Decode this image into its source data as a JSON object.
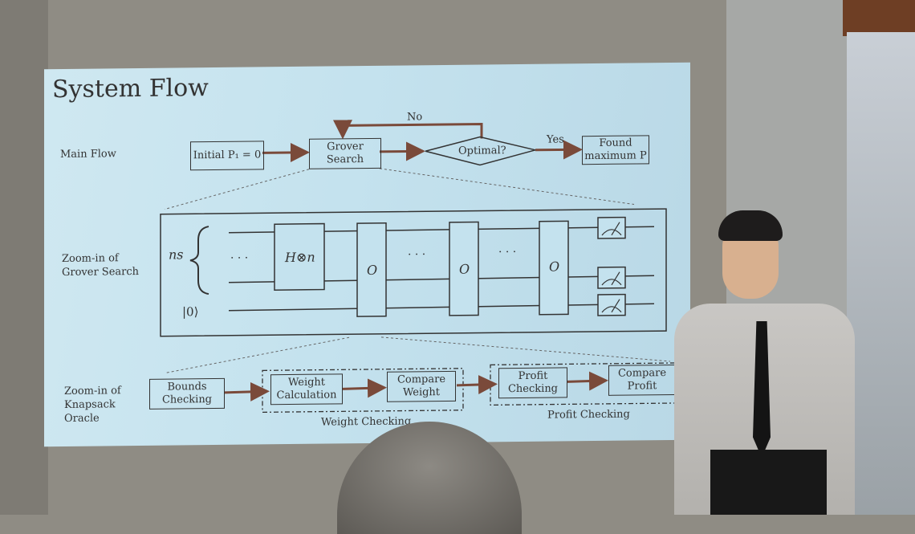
{
  "slide": {
    "title": "System Flow",
    "main_flow": {
      "row_label": "Main Flow",
      "initial_box": "Initial P₁ = 0",
      "grover_box": [
        "Grover",
        "Search"
      ],
      "decision": "Optimal?",
      "no_label": "No",
      "yes_label": "Yes",
      "found_box": [
        "Found",
        "maximum P"
      ]
    },
    "grover_zoom": {
      "row_label": [
        "Zoom-in of",
        "Grover Search"
      ],
      "ns_label": "ns",
      "ket_label": "|0⟩",
      "ellipsis": "· · ·",
      "hadamard": "H⊗n",
      "oracle": "O"
    },
    "knapsack_zoom": {
      "row_label": [
        "Zoom-in of",
        "Knapsack",
        "Oracle"
      ],
      "bounds_box": [
        "Bounds",
        "Checking"
      ],
      "weight_calc_box": [
        "Weight",
        "Calculation"
      ],
      "compare_weight_box": [
        "Compare",
        "Weight"
      ],
      "profit_box": [
        "Profit",
        "Checking"
      ],
      "compare_profit_box": [
        "Compare",
        "Profit"
      ],
      "weight_group_label": "Weight Checking",
      "profit_group_label": "Profit Checking"
    }
  },
  "colors": {
    "slide_bg": "#c4e2ee",
    "ink": "#333333",
    "arrow": "#7a4a3a"
  }
}
